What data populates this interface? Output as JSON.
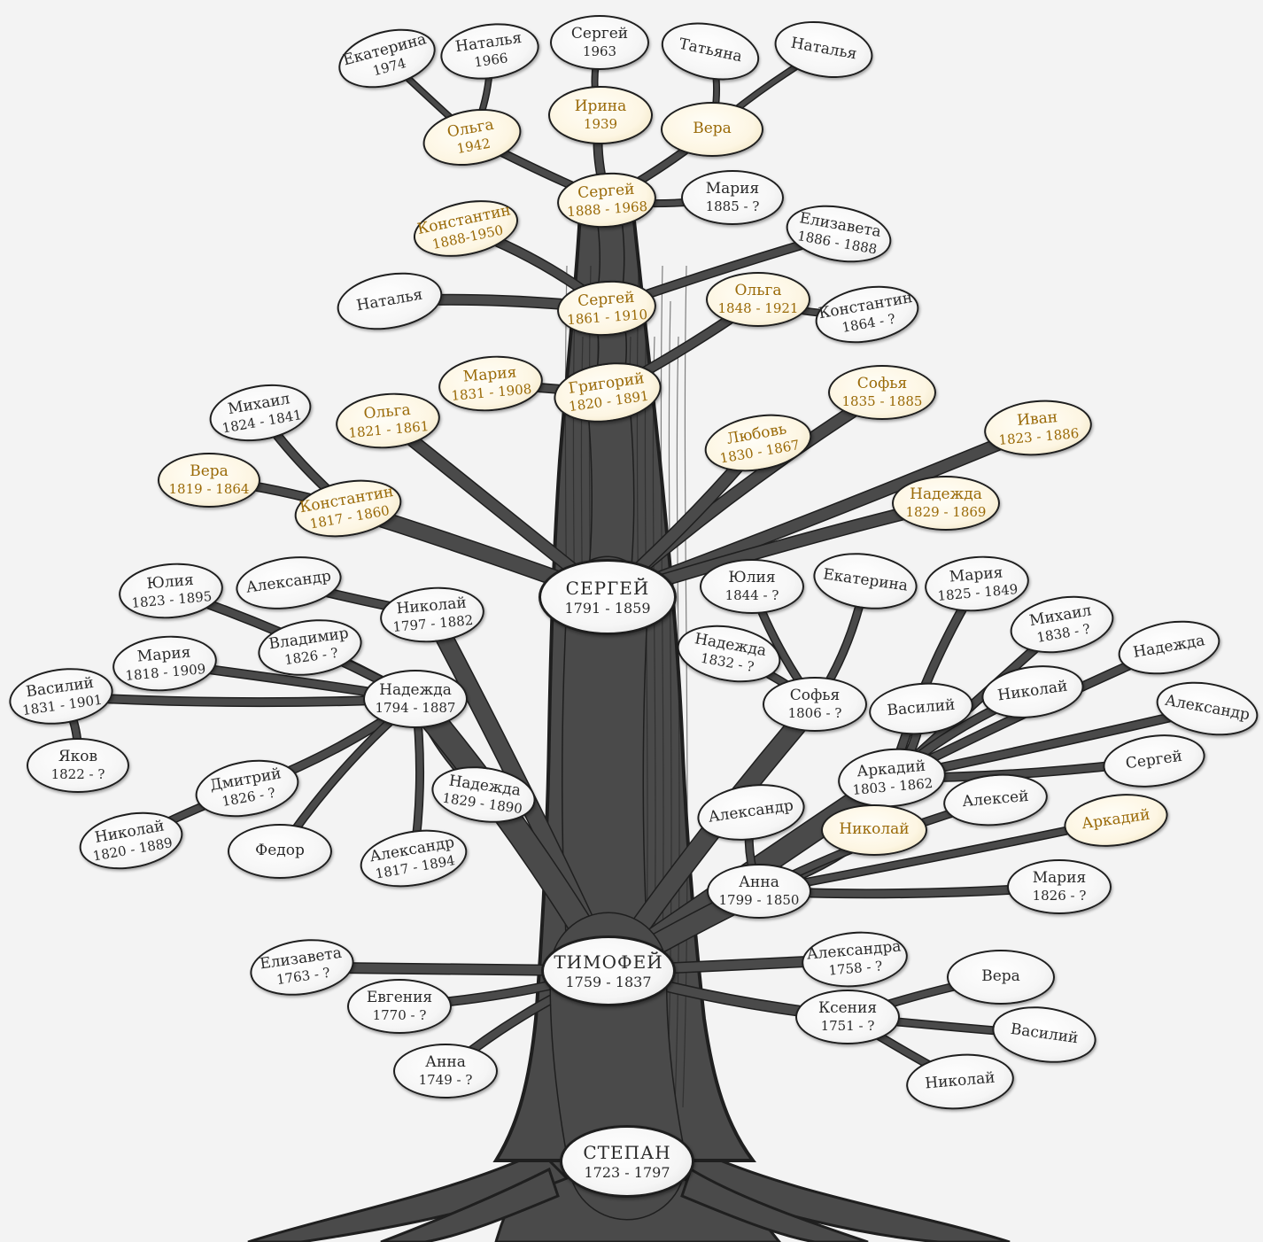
{
  "colors": {
    "background": "#f3f3f3",
    "trunk": "#4a4a4a",
    "bark_dark": "#1f1f1f",
    "node_fill": "#ffffff",
    "highlight_text": "#9a6a08",
    "normal_text": "#2a2a2a"
  },
  "nodes": [
    {
      "id": "ekaterina-1974",
      "name": "Екатерина",
      "dates": "1974",
      "highlight": false
    },
    {
      "id": "natalya-1966",
      "name": "Наталья",
      "dates": "1966",
      "highlight": false
    },
    {
      "id": "sergey-1963",
      "name": "Сергей",
      "dates": "1963",
      "highlight": false
    },
    {
      "id": "tatyana",
      "name": "Татьяна",
      "dates": "",
      "highlight": false
    },
    {
      "id": "natalya-top",
      "name": "Наталья",
      "dates": "",
      "highlight": false
    },
    {
      "id": "olga-1942",
      "name": "Ольга",
      "dates": "1942",
      "highlight": true
    },
    {
      "id": "irina-1939",
      "name": "Ирина",
      "dates": "1939",
      "highlight": true
    },
    {
      "id": "vera-top",
      "name": "Вера",
      "dates": "",
      "highlight": true
    },
    {
      "id": "sergey-1888",
      "name": "Сергей",
      "dates": "1888 - 1968",
      "highlight": true
    },
    {
      "id": "mariya-1885",
      "name": "Мария",
      "dates": "1885 - ?",
      "highlight": false
    },
    {
      "id": "konstantin-1888",
      "name": "Константин",
      "dates": "1888-1950",
      "highlight": true
    },
    {
      "id": "elizaveta-1886",
      "name": "Елизавета",
      "dates": "1886 - 1888",
      "highlight": false
    },
    {
      "id": "natalya-mid",
      "name": "Наталья",
      "dates": "",
      "highlight": false
    },
    {
      "id": "sergey-1861",
      "name": "Сергей",
      "dates": "1861 - 1910",
      "highlight": true
    },
    {
      "id": "olga-1848",
      "name": "Ольга",
      "dates": "1848 - 1921",
      "highlight": true
    },
    {
      "id": "konstantin-1864",
      "name": "Константин",
      "dates": "1864 - ?",
      "highlight": false
    },
    {
      "id": "mariya-1831",
      "name": "Мария",
      "dates": "1831 - 1908",
      "highlight": true
    },
    {
      "id": "grigoriy-1820",
      "name": "Григорий",
      "dates": "1820 - 1891",
      "highlight": true
    },
    {
      "id": "sofya-1835",
      "name": "Софья",
      "dates": "1835 - 1885",
      "highlight": true
    },
    {
      "id": "mikhail-1824",
      "name": "Михаил",
      "dates": "1824 - 1841",
      "highlight": false
    },
    {
      "id": "olga-1821",
      "name": "Ольга",
      "dates": "1821 - 1861",
      "highlight": true
    },
    {
      "id": "lyubov-1830",
      "name": "Любовь",
      "dates": "1830 - 1867",
      "highlight": true
    },
    {
      "id": "ivan-1823",
      "name": "Иван",
      "dates": "1823 - 1886",
      "highlight": true
    },
    {
      "id": "vera-1819",
      "name": "Вера",
      "dates": "1819 - 1864",
      "highlight": true
    },
    {
      "id": "konstantin-1817",
      "name": "Константин",
      "dates": "1817 - 1860",
      "highlight": true
    },
    {
      "id": "nadezhda-1829",
      "name": "Надежда",
      "dates": "1829 - 1869",
      "highlight": true
    },
    {
      "id": "yuliya-1823",
      "name": "Юлия",
      "dates": "1823 - 1895",
      "highlight": false
    },
    {
      "id": "aleksandr-left",
      "name": "Александр",
      "dates": "",
      "highlight": false
    },
    {
      "id": "sergey-1791",
      "name": "СЕРГЕЙ",
      "dates": "1791 - 1859",
      "highlight": false,
      "main": true
    },
    {
      "id": "yuliya-1844",
      "name": "Юлия",
      "dates": "1844 - ?",
      "highlight": false
    },
    {
      "id": "ekaterina-right",
      "name": "Екатерина",
      "dates": "",
      "highlight": false
    },
    {
      "id": "mariya-1825",
      "name": "Мария",
      "dates": "1825 - 1849",
      "highlight": false
    },
    {
      "id": "nikolay-1797",
      "name": "Николай",
      "dates": "1797 - 1882",
      "highlight": false
    },
    {
      "id": "vladimir-1826",
      "name": "Владимир",
      "dates": "1826 - ?",
      "highlight": false
    },
    {
      "id": "mariya-1818",
      "name": "Мария",
      "dates": "1818 - 1909",
      "highlight": false
    },
    {
      "id": "nadezhda-1832",
      "name": "Надежда",
      "dates": "1832 - ?",
      "highlight": false
    },
    {
      "id": "mikhail-1838",
      "name": "Михаил",
      "dates": "1838 - ?",
      "highlight": false
    },
    {
      "id": "nadezhda-right",
      "name": "Надежда",
      "dates": "",
      "highlight": false
    },
    {
      "id": "vasiliy-1831",
      "name": "Василий",
      "dates": "1831 - 1901",
      "highlight": false
    },
    {
      "id": "nadezhda-1794",
      "name": "Надежда",
      "dates": "1794 - 1887",
      "highlight": false
    },
    {
      "id": "sofya-1806",
      "name": "Софья",
      "dates": "1806 - ?",
      "highlight": false
    },
    {
      "id": "vasiliy-right",
      "name": "Василий",
      "dates": "",
      "highlight": false
    },
    {
      "id": "nikolay-right",
      "name": "Николай",
      "dates": "",
      "highlight": false
    },
    {
      "id": "aleksandr-right",
      "name": "Александр",
      "dates": "",
      "highlight": false
    },
    {
      "id": "yakov-1822",
      "name": "Яков",
      "dates": "1822 - ?",
      "highlight": false
    },
    {
      "id": "dmitriy-1826",
      "name": "Дмитрий",
      "dates": "1826 - ?",
      "highlight": false
    },
    {
      "id": "nadezhda-1829b",
      "name": "Надежда",
      "dates": "1829 - 1890",
      "highlight": false
    },
    {
      "id": "arkadiy-1803",
      "name": "Аркадий",
      "dates": "1803 - 1862",
      "highlight": false
    },
    {
      "id": "sergey-right",
      "name": "Сергей",
      "dates": "",
      "highlight": false
    },
    {
      "id": "nikolay-1820",
      "name": "Николай",
      "dates": "1820 - 1889",
      "highlight": false
    },
    {
      "id": "fedor",
      "name": "Федор",
      "dates": "",
      "highlight": false
    },
    {
      "id": "aleksandr-1817",
      "name": "Александр",
      "dates": "1817 - 1894",
      "highlight": false
    },
    {
      "id": "aleksandr-mid",
      "name": "Александр",
      "dates": "",
      "highlight": false
    },
    {
      "id": "nikolay-hl",
      "name": "Николай",
      "dates": "",
      "highlight": true
    },
    {
      "id": "aleksey",
      "name": "Алексей",
      "dates": "",
      "highlight": false
    },
    {
      "id": "arkadiy-hl",
      "name": "Аркадий",
      "dates": "",
      "highlight": true
    },
    {
      "id": "anna-1799",
      "name": "Анна",
      "dates": "1799 - 1850",
      "highlight": false
    },
    {
      "id": "mariya-1826",
      "name": "Мария",
      "dates": "1826 - ?",
      "highlight": false
    },
    {
      "id": "elizaveta-1763",
      "name": "Елизавета",
      "dates": "1763 - ?",
      "highlight": false
    },
    {
      "id": "timofey-1759",
      "name": "ТИМОФЕЙ",
      "dates": "1759 - 1837",
      "highlight": false,
      "main": true
    },
    {
      "id": "aleksandra-1758",
      "name": "Александра",
      "dates": "1758 - ?",
      "highlight": false
    },
    {
      "id": "vera-bottom",
      "name": "Вера",
      "dates": "",
      "highlight": false
    },
    {
      "id": "evgeniya-1770",
      "name": "Евгения",
      "dates": "1770 - ?",
      "highlight": false
    },
    {
      "id": "kseniya-1751",
      "name": "Ксения",
      "dates": "1751 - ?",
      "highlight": false
    },
    {
      "id": "vasiliy-bottom",
      "name": "Василий",
      "dates": "",
      "highlight": false
    },
    {
      "id": "anna-1749",
      "name": "Анна",
      "dates": "1749 - ?",
      "highlight": false
    },
    {
      "id": "nikolay-bottom",
      "name": "Николай",
      "dates": "",
      "highlight": false
    },
    {
      "id": "stepan-1723",
      "name": "СТЕПАН",
      "dates": "1723 - 1797",
      "highlight": false,
      "main": true
    }
  ]
}
